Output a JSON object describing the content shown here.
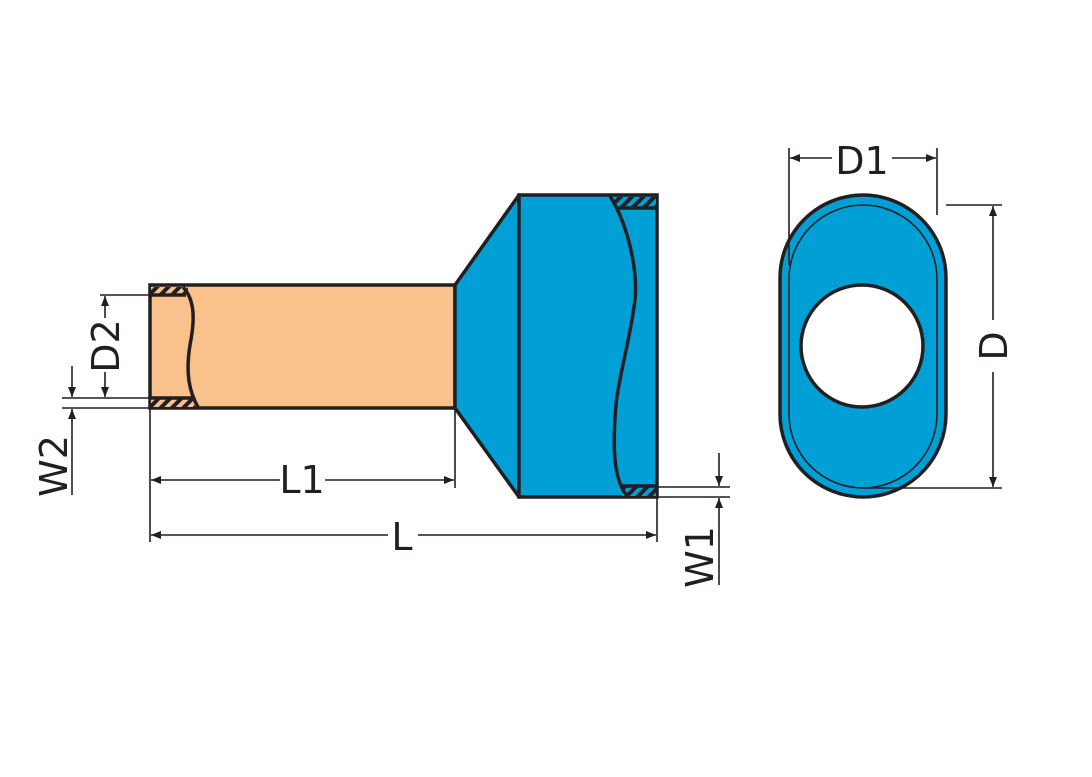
{
  "title": "Twin wire ferrule dimension drawing",
  "colors": {
    "sleeve": "#F9C28D",
    "collar": "#009FD6",
    "stroke": "#231F20"
  },
  "dimensions": {
    "d1": "D1",
    "d": "D",
    "d2": "D2",
    "w2": "W2",
    "w1": "W1",
    "l1": "L1",
    "l": "L"
  }
}
